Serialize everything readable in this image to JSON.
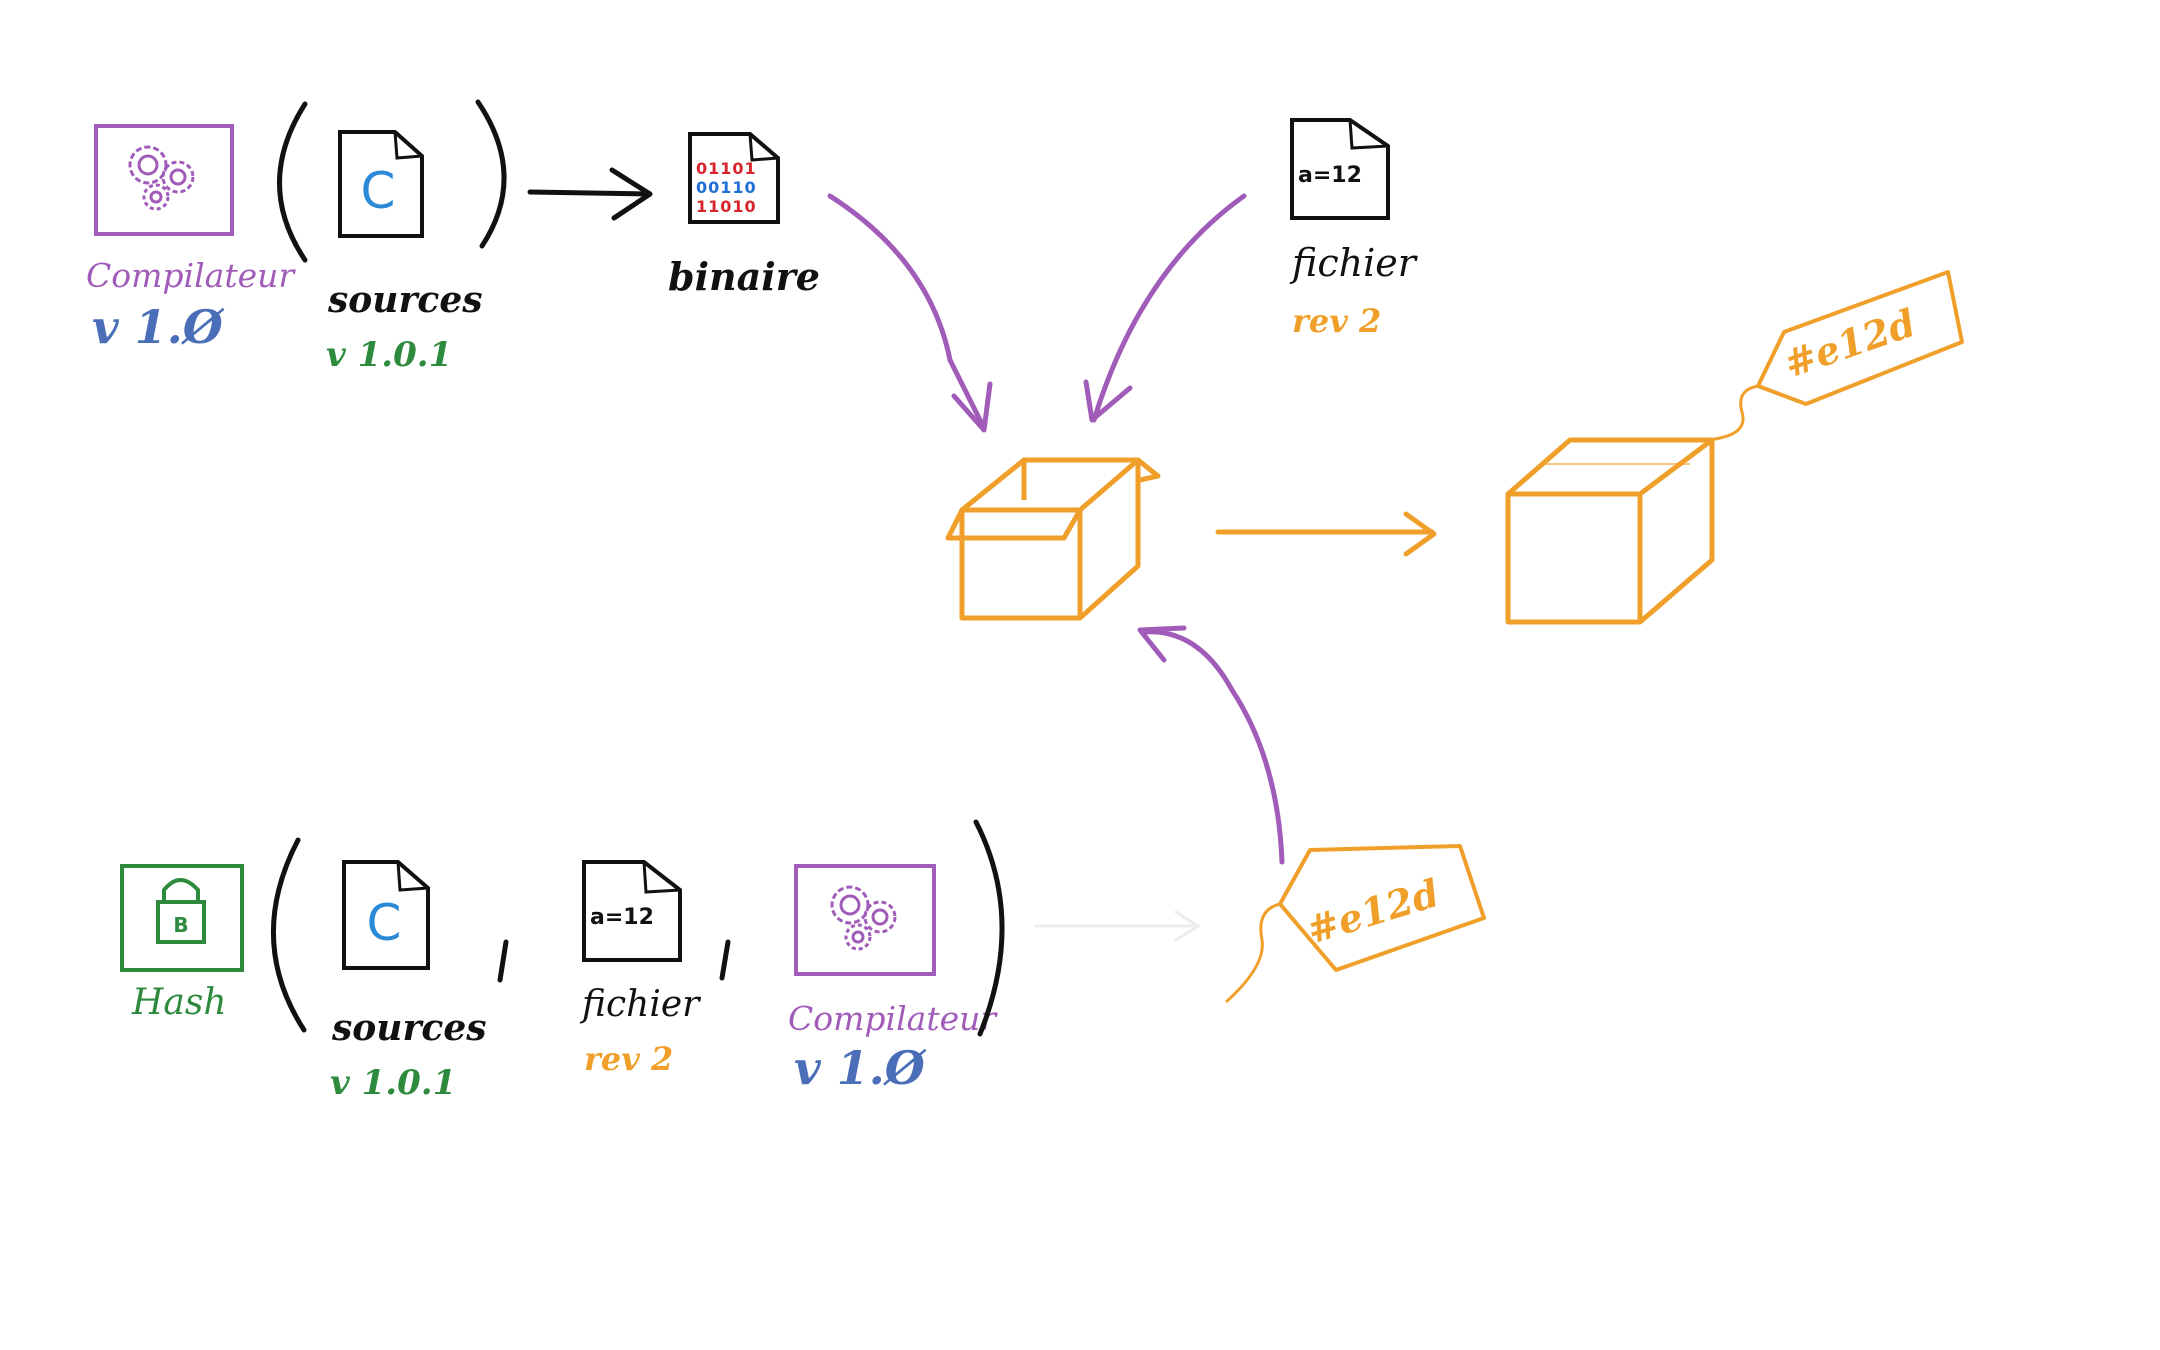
{
  "colors": {
    "ink": "#111111",
    "compiler": "#a05cb8",
    "version_blue": "#4a6fb8",
    "source_green": "#2e8b3e",
    "orange": "#f0a02a",
    "arrow_purple": "#a05cb8",
    "c_letter": "#2a8ad8",
    "bits_blue": "#1f6fd6",
    "bits_red": "#d8242a"
  },
  "top": {
    "compiler": {
      "label": "Compilateur",
      "version": "v 1.Ø"
    },
    "sources": {
      "letter": "C",
      "label": "sources",
      "version": "v 1.0.1"
    },
    "binary": {
      "label": "binaire",
      "bits": [
        "01101",
        "00110",
        "11010"
      ]
    },
    "file": {
      "content": "a=12",
      "label": "fichier",
      "rev": "rev 2"
    }
  },
  "result": {
    "hash_tag": "#e12d"
  },
  "bottom": {
    "hash": {
      "label": "Hash",
      "badge": "B"
    },
    "sources": {
      "letter": "C",
      "label": "sources",
      "version": "v 1.0.1"
    },
    "file": {
      "content": "a=12",
      "label": "fichier",
      "rev": "rev 2"
    },
    "compiler": {
      "label": "Compilateur",
      "version": "v 1.Ø"
    },
    "hash_tag": "#e12d"
  }
}
